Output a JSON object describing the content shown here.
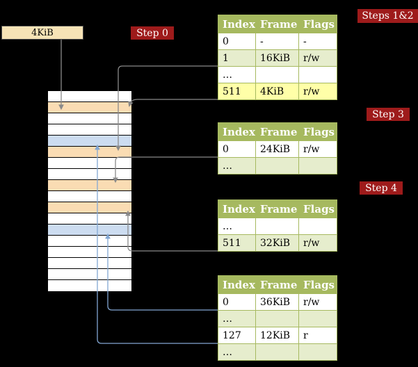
{
  "labels": {
    "cr3_frame": "4KiB",
    "step0": "Step 0",
    "steps12": "Steps 1&2",
    "step3": "Step 3",
    "step4": "Step 4"
  },
  "colors": {
    "background": "#000000",
    "badge_bg": "#9e1b1b",
    "badge_text": "#ffffff",
    "table_header_bg": "#a6b95f",
    "table_border": "#a6b95f",
    "row_green": "#e6edcd",
    "row_yellow": "#ffffa8",
    "row_white": "#ffffff",
    "memory_table_frame": "#fadcb3",
    "memory_mapped_frame": "#ccdcf0",
    "cr3_box_bg": "#f6e3b6",
    "arrow_gray": "#8a8a8a",
    "arrow_blue": "#83a7d3"
  },
  "tables": [
    {
      "name": "level-4-table",
      "headers": [
        "Index",
        "Frame",
        "Flags"
      ],
      "rows": [
        {
          "index": "0",
          "frame": "-",
          "flags": "-",
          "bg": "white"
        },
        {
          "index": "1",
          "frame": "16KiB",
          "flags": "r/w",
          "bg": "green"
        },
        {
          "index": "…",
          "frame": "",
          "flags": "",
          "bg": "white"
        },
        {
          "index": "511",
          "frame": "4KiB",
          "flags": "r/w",
          "bg": "yellow"
        }
      ]
    },
    {
      "name": "level-3-table",
      "headers": [
        "Index",
        "Frame",
        "Flags"
      ],
      "rows": [
        {
          "index": "0",
          "frame": "24KiB",
          "flags": "r/w",
          "bg": "white"
        },
        {
          "index": "…",
          "frame": "",
          "flags": "",
          "bg": "green"
        }
      ]
    },
    {
      "name": "level-2-table",
      "headers": [
        "Index",
        "Frame",
        "Flags"
      ],
      "rows": [
        {
          "index": "…",
          "frame": "",
          "flags": "",
          "bg": "white"
        },
        {
          "index": "511",
          "frame": "32KiB",
          "flags": "r/w",
          "bg": "green"
        }
      ]
    },
    {
      "name": "level-1-table",
      "headers": [
        "Index",
        "Frame",
        "Flags"
      ],
      "rows": [
        {
          "index": "0",
          "frame": "36KiB",
          "flags": "r/w",
          "bg": "white"
        },
        {
          "index": "…",
          "frame": "",
          "flags": "",
          "bg": "green"
        },
        {
          "index": "127",
          "frame": "12KiB",
          "flags": "r",
          "bg": "white"
        },
        {
          "index": "…",
          "frame": "",
          "flags": "",
          "bg": "green"
        }
      ]
    }
  ],
  "memory": {
    "rows": [
      "white",
      "peach",
      "white",
      "white",
      "blue",
      "peach",
      "white",
      "white",
      "peach",
      "white",
      "peach",
      "white",
      "blue",
      "white",
      "white",
      "white",
      "white",
      "white"
    ]
  }
}
